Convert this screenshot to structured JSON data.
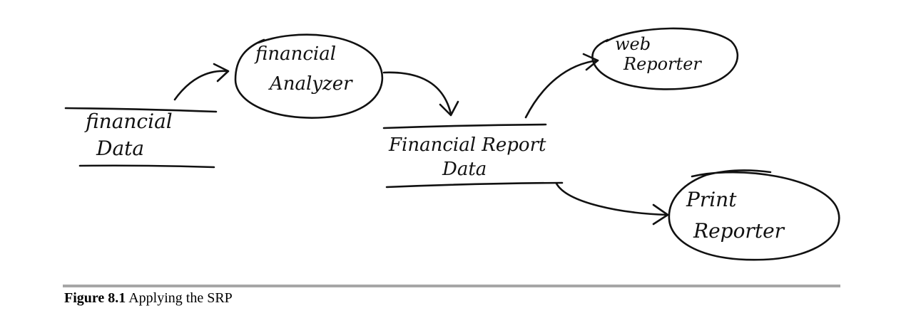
{
  "diagram": {
    "processes": {
      "financial_analyzer": {
        "line1": "financial",
        "line2": "Analyzer"
      },
      "web_reporter": {
        "line1": "web",
        "line2": "Reporter"
      },
      "print_reporter": {
        "line1": "Print",
        "line2": "Reporter"
      }
    },
    "stores": {
      "financial_data": {
        "line1": "financial",
        "line2": "Data"
      },
      "financial_report_data": {
        "line1": "Financial Report",
        "line2": "Data"
      }
    }
  },
  "caption": {
    "label": "Figure 8.1",
    "text": "Applying the SRP"
  }
}
